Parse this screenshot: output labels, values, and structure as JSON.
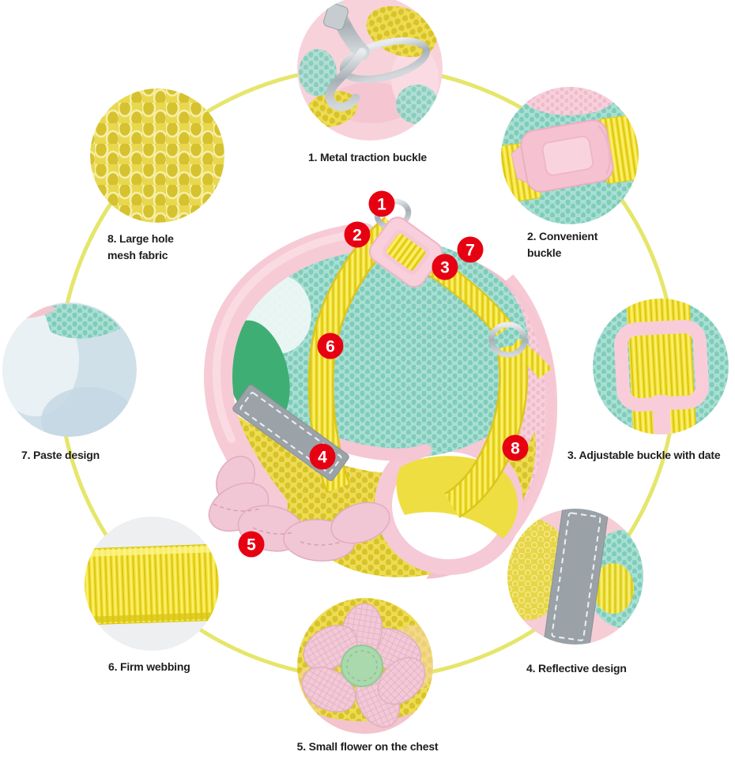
{
  "figure": {
    "type": "product-feature-infographic"
  },
  "features": [
    {
      "id": "1",
      "label": "1. Metal traction buckle"
    },
    {
      "id": "2",
      "label": "2. Convenient\nbuckle"
    },
    {
      "id": "3",
      "label": "3. Adjustable buckle with date"
    },
    {
      "id": "4",
      "label": "4. Reflective design"
    },
    {
      "id": "5",
      "label": "5. Small flower on the chest"
    },
    {
      "id": "6",
      "label": "6. Firm webbing"
    },
    {
      "id": "7",
      "label": "7. Paste design"
    },
    {
      "id": "8",
      "label": "8. Large hole\nmesh fabric"
    }
  ],
  "colors": {
    "badge": "#e60012",
    "ring": "#e5e66b",
    "label_text": "#1f1d1e",
    "harness_mint": "#a9dfd3",
    "harness_pink": "#f6c9d6",
    "harness_yellow": "#f5e334",
    "reflective_gray": "#9ba3a9",
    "background": "#ffffff"
  }
}
